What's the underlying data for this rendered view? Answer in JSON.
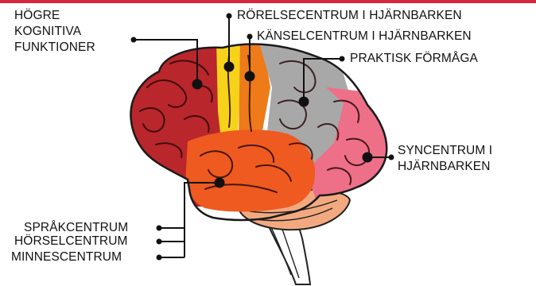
{
  "colors": {
    "top_bar": "#d7263d",
    "frontal": "#b9262b",
    "motor": "#f7d21a",
    "sensory": "#ee7a1a",
    "parietal": "#a8a8a8",
    "occipital": "#ee6f88",
    "temporal": "#ee5a1f",
    "cerebellum": "#f3a980",
    "stem": "#ffffff",
    "line": "#111111"
  },
  "labels": {
    "higher_cognitive": [
      "HÖGRE",
      "KOGNITIVA",
      "FUNKTIONER"
    ],
    "motor_cortex": "RÖRELSECENTRUM I HJÄRNBARKEN",
    "sensory_cortex": "KÄNSELCENTRUM I HJÄRNBARKEN",
    "practical_ability": "PRAKTISK FÖRMÅGA",
    "visual_cortex": [
      "SYNCENTRUM I",
      "HJÄRNBARKEN"
    ],
    "language_center": "SPRÅKCENTRUM",
    "hearing_center": "HÖRSELCENTRUM",
    "memory_center": "MINNESCENTRUM"
  }
}
